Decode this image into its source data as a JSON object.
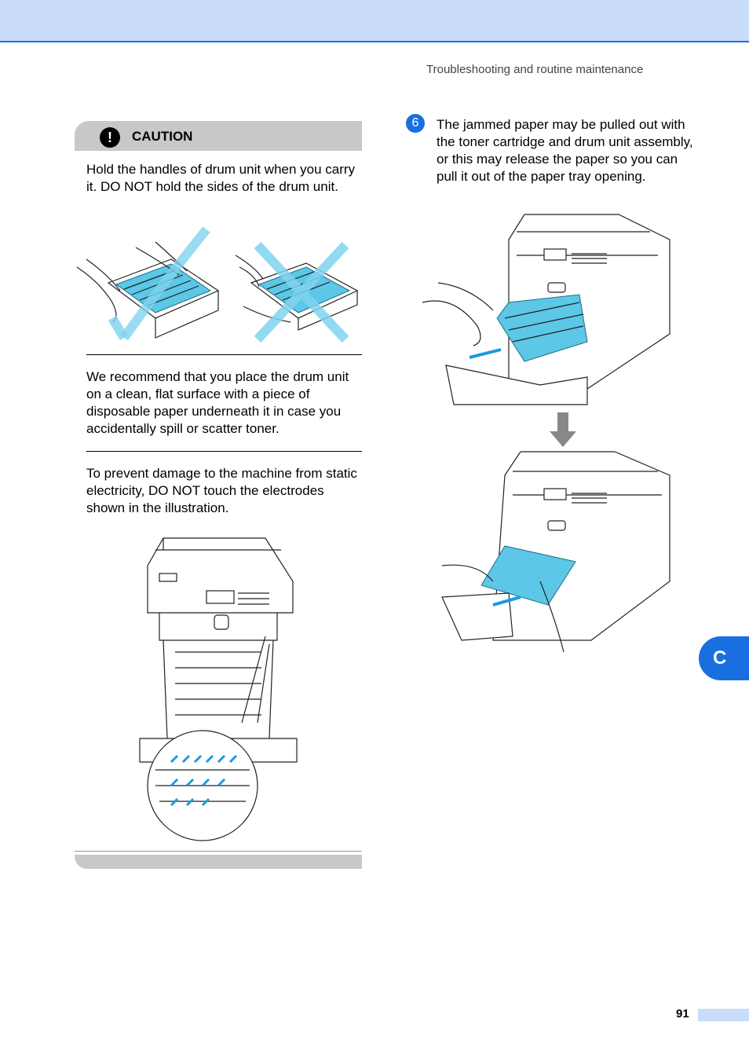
{
  "header": {
    "running_head": "Troubleshooting and routine maintenance"
  },
  "caution": {
    "label": "CAUTION",
    "icon": "exclamation-icon",
    "para1": "Hold the handles of drum unit when you carry it. DO NOT hold the sides of the drum unit.",
    "para2": "We recommend that you place the drum unit on a clean, flat surface with a piece of disposable paper underneath it in case you accidentally spill or scatter toner.",
    "para3": "To prevent damage to the machine from static electricity, DO NOT touch the electrodes shown in the illustration."
  },
  "step": {
    "number": "6",
    "text": "The jammed paper may be pulled out with the toner cartridge and drum unit assembly, or this may release the paper so you can pull it out of the paper tray opening."
  },
  "side_tab": {
    "letter": "C"
  },
  "footer": {
    "page_number": "91"
  },
  "colors": {
    "accent": "#1a6fe0",
    "band": "#c9dcfa",
    "caution_gray": "#c8c8c8",
    "illustration_cyan": "#5cc7e6"
  }
}
